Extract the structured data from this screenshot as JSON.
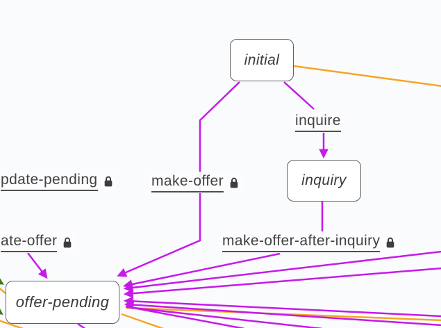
{
  "diagram": {
    "type": "state-machine",
    "background": "#fafbfd",
    "states": [
      {
        "id": "initial",
        "label": "initial"
      },
      {
        "id": "inquiry",
        "label": "inquiry"
      },
      {
        "id": "offer-pending",
        "label": "offer-pending"
      }
    ],
    "events": [
      {
        "label": "inquire",
        "guarded": false
      },
      {
        "label": "pdate-pending",
        "guarded": true
      },
      {
        "label": "make-offer",
        "guarded": true
      },
      {
        "label": "ate-offer",
        "guarded": true
      },
      {
        "label": "make-offer-after-inquiry",
        "guarded": true
      }
    ],
    "edges": [
      {
        "from": "initial",
        "to": "inquiry",
        "event": "inquire",
        "color": "#c61ae8"
      },
      {
        "from": "initial",
        "to": "offer-pending",
        "event": "make-offer",
        "color": "#c61ae8"
      },
      {
        "from": "inquiry",
        "to": "offer-pending",
        "event": "make-offer-after-inquiry",
        "color": "#c61ae8"
      },
      {
        "from": "offscreen-left",
        "to": "offer-pending",
        "event": "ate-offer",
        "color": "#c61ae8"
      },
      {
        "from": "offscreen-right",
        "to": "offer-pending",
        "event": "",
        "color": "#c61ae8",
        "count": 4
      },
      {
        "from": "offer-pending",
        "to": "offscreen-bottom",
        "event": "",
        "color": "#c61ae8",
        "count": 3
      },
      {
        "from": "initial",
        "to": "offscreen-right",
        "event": "",
        "color": "#f5a623"
      },
      {
        "from": "offscreen",
        "to": "offer-pending",
        "event": "",
        "color": "#f5a623",
        "count": 4
      },
      {
        "from": "offscreen-left",
        "to": "offer-pending",
        "event": "",
        "color": "#3d7a16",
        "count": 2
      }
    ],
    "colors": {
      "transition": "#c61ae8",
      "delay": "#f5a623",
      "done": "#3d7a16",
      "state_border": "#5f5f5f",
      "state_text": "#3a3a3a",
      "label_text": "#414141"
    }
  }
}
